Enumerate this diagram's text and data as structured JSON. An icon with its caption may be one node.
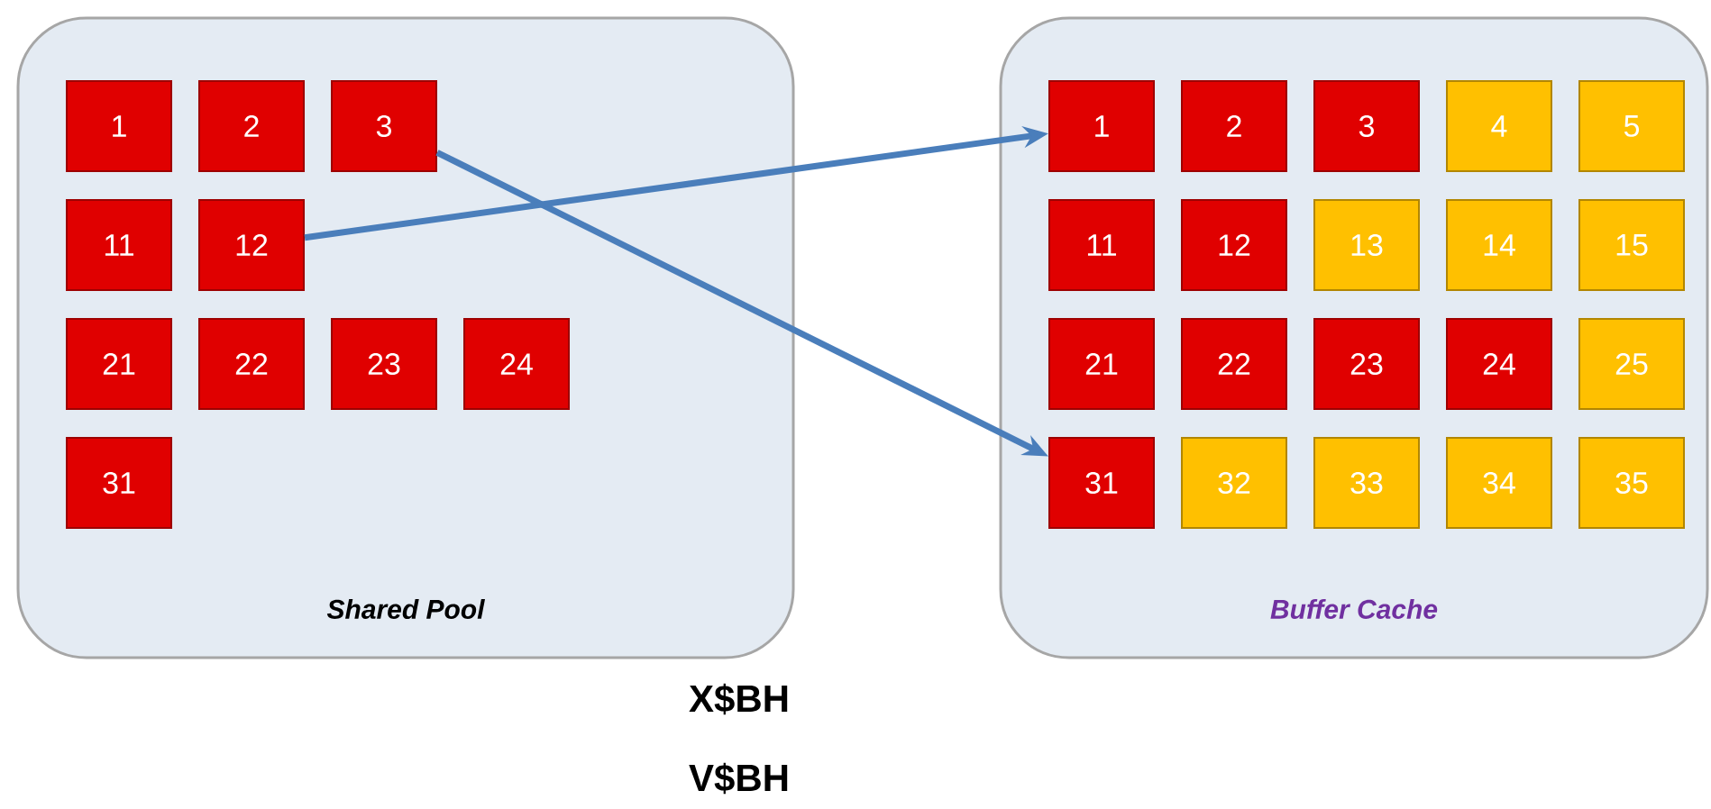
{
  "diagram": {
    "nodes": [
      {
        "text": [
          "Shared Pool"
        ]
      },
      {
        "text": [
          "1"
        ],
        "in": 0
      },
      {
        "text": [
          "2"
        ],
        "in": 0
      },
      {
        "text": [
          "3"
        ],
        "in": 0
      },
      {
        "text": [
          "11"
        ],
        "in": 0
      },
      {
        "text": [
          "12"
        ],
        "in": 0
      },
      {
        "text": [
          "21"
        ],
        "in": 0
      },
      {
        "text": [
          "22"
        ],
        "in": 0
      },
      {
        "text": [
          "23"
        ],
        "in": 0
      },
      {
        "text": [
          "24"
        ],
        "in": 0
      },
      {
        "text": [
          "31"
        ],
        "in": 0
      },
      {
        "text": [
          "Buffer Cache"
        ]
      },
      {
        "text": [
          "1"
        ],
        "in": 11
      },
      {
        "text": [
          "2"
        ],
        "in": 11
      },
      {
        "text": [
          "3"
        ],
        "in": 11
      },
      {
        "text": [
          "4"
        ],
        "in": 11
      },
      {
        "text": [
          "5"
        ],
        "in": 11
      },
      {
        "text": [
          "11"
        ],
        "in": 11
      },
      {
        "text": [
          "12"
        ],
        "in": 11
      },
      {
        "text": [
          "13"
        ],
        "in": 11
      },
      {
        "text": [
          "14"
        ],
        "in": 11
      },
      {
        "text": [
          "15"
        ],
        "in": 11
      },
      {
        "text": [
          "21"
        ],
        "in": 11
      },
      {
        "text": [
          "22"
        ],
        "in": 11
      },
      {
        "text": [
          "23"
        ],
        "in": 11
      },
      {
        "text": [
          "24"
        ],
        "in": 11
      },
      {
        "text": [
          "25"
        ],
        "in": 11
      },
      {
        "text": [
          "31"
        ],
        "in": 11
      },
      {
        "text": [
          "32"
        ],
        "in": 11
      },
      {
        "text": [
          "33"
        ],
        "in": 11
      },
      {
        "text": [
          "34"
        ],
        "in": 11
      },
      {
        "text": [
          "35"
        ],
        "in": 11
      }
    ],
    "edges": [
      {
        "from": 3,
        "to": 27,
        "arrow": "to"
      },
      {
        "from": 5,
        "to": 12,
        "arrow": "to"
      }
    ],
    "labels": [
      "X$BH",
      "V$BH"
    ]
  }
}
